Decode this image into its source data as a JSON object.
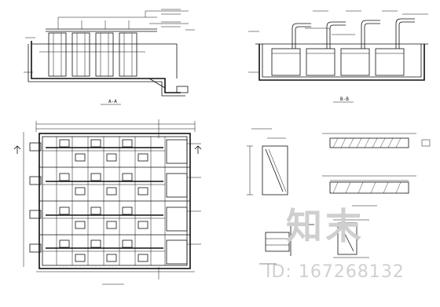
{
  "views": {
    "section_aa": {
      "title": "A-A"
    },
    "section_bb": {
      "title": "B-B"
    }
  },
  "watermark": {
    "logo_text": "知末",
    "id_text": "ID: 167268132"
  }
}
